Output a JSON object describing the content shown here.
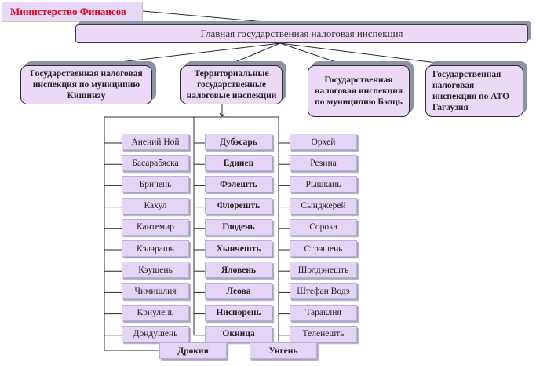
{
  "ministry": "Министерство Финансов",
  "main_inspection": "Главная государственная налоговая инспекция",
  "level2": [
    {
      "label": "Государственная налоговая инспекция по муниципию Кишинэу"
    },
    {
      "label": "Территориальные государственные налоговые инспекции"
    },
    {
      "label": "Государственная налоговая инспекция по муниципию Бэлць"
    },
    {
      "label": "Государственная налоговая инспекция по АТО Гагаузия"
    }
  ],
  "territorial": {
    "column1": [
      "Анений Ной",
      "Басарабяска",
      "Бричень",
      "Кахул",
      "Кантемир",
      "Кэлэрашь",
      "Кэушень",
      "Чимишлия",
      "Криулень",
      "Дондушень"
    ],
    "column2": [
      "Дубэсарь",
      "Единец",
      "Фэлешть",
      "Флорешть",
      "Глодень",
      "Хынчешть",
      "Яловень",
      "Леова",
      "Ниспорень",
      "Окница"
    ],
    "column3": [
      "Орхей",
      "Резина",
      "Рышкань",
      "Сынджерей",
      "Сорока",
      "Стрэшень",
      "Шолдэнешть",
      "Штефан Водэ",
      "Тараклия",
      "Теленешть"
    ],
    "bottom": [
      "Дрокия",
      "Унгень"
    ]
  }
}
